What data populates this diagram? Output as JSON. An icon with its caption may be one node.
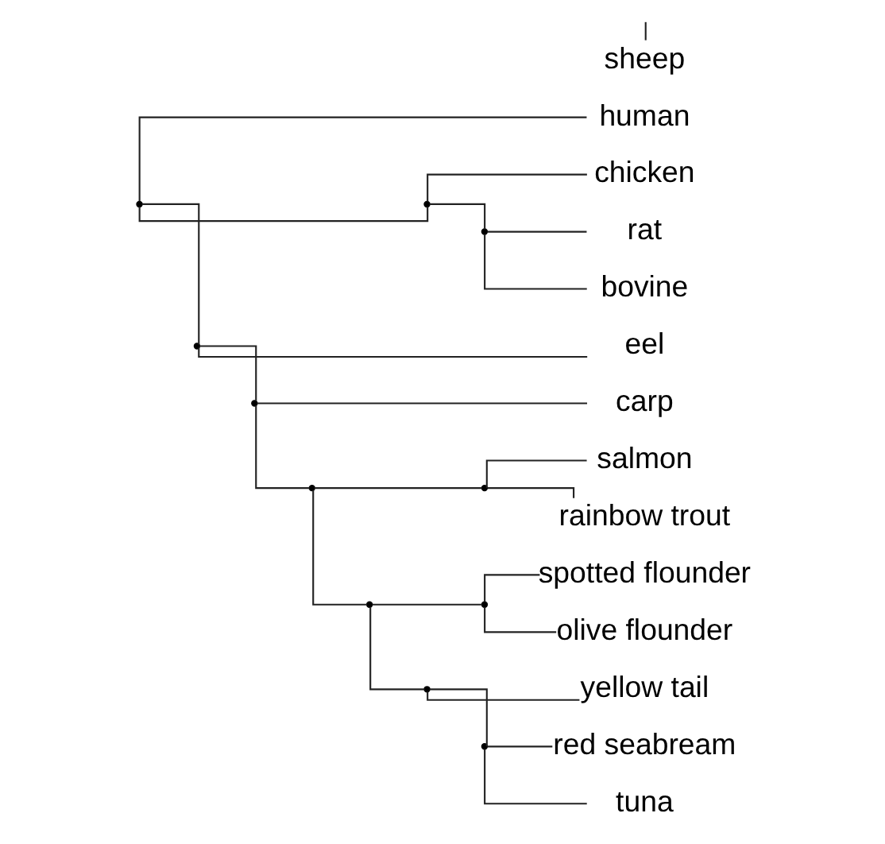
{
  "diagram": {
    "nodes": [
      {
        "text": [],
        "shape": "point"
      },
      {
        "text": [
          "human"
        ]
      },
      {
        "text": [],
        "shape": "point"
      },
      {
        "text": [
          "chicken"
        ]
      },
      {
        "text": [],
        "shape": "point"
      },
      {
        "text": [
          "rat"
        ]
      },
      {
        "text": [
          "bovine"
        ]
      },
      {
        "text": [
          "sheep"
        ]
      },
      {
        "text": [],
        "shape": "point"
      },
      {
        "text": [
          "eel"
        ]
      },
      {
        "text": [],
        "shape": "point"
      },
      {
        "text": [
          "carp"
        ]
      },
      {
        "text": [],
        "shape": "point"
      },
      {
        "text": [],
        "shape": "point"
      },
      {
        "text": [
          "salmon"
        ]
      },
      {
        "text": [
          "rainbow trout"
        ]
      },
      {
        "text": [],
        "shape": "point"
      },
      {
        "text": [],
        "shape": "point"
      },
      {
        "text": [
          "spotted flounder"
        ]
      },
      {
        "text": [
          "olive flounder"
        ]
      },
      {
        "text": [],
        "shape": "point"
      },
      {
        "text": [
          "yellow tail"
        ]
      },
      {
        "text": [],
        "shape": "point"
      },
      {
        "text": [
          "red seabream"
        ]
      },
      {
        "text": [
          "tuna"
        ]
      }
    ],
    "edges": [
      {
        "from": 0,
        "to": 1,
        "arrow": "none"
      },
      {
        "from": 0,
        "to": 2,
        "arrow": "none"
      },
      {
        "from": 2,
        "to": 3,
        "arrow": "none"
      },
      {
        "from": 2,
        "to": 4,
        "arrow": "none"
      },
      {
        "from": 4,
        "to": 5,
        "arrow": "none"
      },
      {
        "from": 4,
        "to": 6,
        "arrow": "none"
      },
      {
        "from": null,
        "to": 7,
        "arrow": "none"
      },
      {
        "from": 0,
        "to": 8,
        "arrow": "none"
      },
      {
        "from": 8,
        "to": 9,
        "arrow": "none"
      },
      {
        "from": 8,
        "to": 10,
        "arrow": "none"
      },
      {
        "from": 10,
        "to": 11,
        "arrow": "none"
      },
      {
        "from": 10,
        "to": 12,
        "arrow": "none"
      },
      {
        "from": 12,
        "to": 13,
        "arrow": "none"
      },
      {
        "from": 13,
        "to": 14,
        "arrow": "none"
      },
      {
        "from": 13,
        "to": 15,
        "arrow": "none"
      },
      {
        "from": 12,
        "to": 16,
        "arrow": "none"
      },
      {
        "from": 16,
        "to": 17,
        "arrow": "none"
      },
      {
        "from": 17,
        "to": 18,
        "arrow": "none"
      },
      {
        "from": 17,
        "to": 19,
        "arrow": "none"
      },
      {
        "from": 16,
        "to": 20,
        "arrow": "none"
      },
      {
        "from": 20,
        "to": 21,
        "arrow": "none"
      },
      {
        "from": 20,
        "to": 22,
        "arrow": "none"
      },
      {
        "from": 22,
        "to": 23,
        "arrow": "none"
      },
      {
        "from": 22,
        "to": 24,
        "arrow": "none"
      }
    ]
  }
}
